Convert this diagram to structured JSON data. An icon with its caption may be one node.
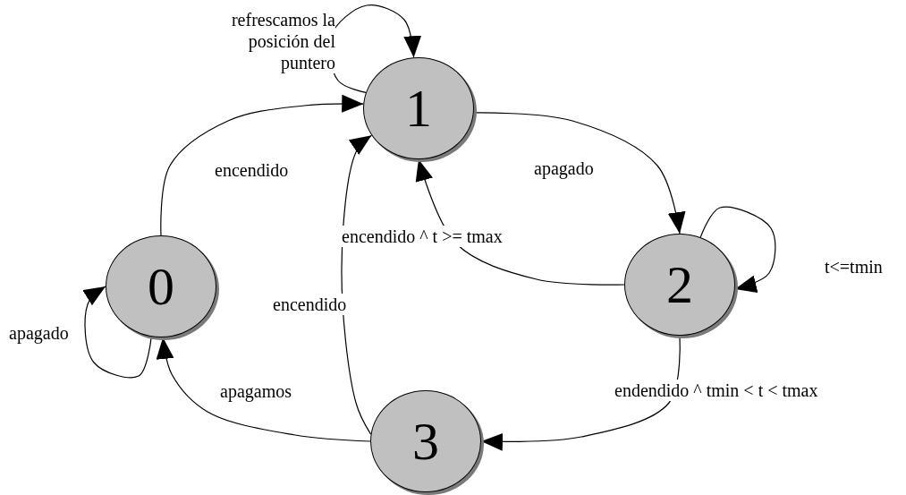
{
  "diagram": {
    "nodes": [
      {
        "text": [
          "0"
        ]
      },
      {
        "text": [
          "1"
        ]
      },
      {
        "text": [
          "2"
        ]
      },
      {
        "text": [
          "3"
        ]
      }
    ],
    "edges": [
      {
        "from": 0,
        "to": 1,
        "arrow": "to",
        "label": "encendido"
      },
      {
        "from": 1,
        "to": 1,
        "arrow": "to",
        "label": "refrescamos la posición del puntero"
      },
      {
        "from": 1,
        "to": 2,
        "arrow": "to",
        "label": "apagado"
      },
      {
        "from": 2,
        "to": 1,
        "arrow": "to",
        "label": "encendido ^ t >= tmax"
      },
      {
        "from": 2,
        "to": 2,
        "arrow": "to",
        "label": "t<=tmin"
      },
      {
        "from": 2,
        "to": 3,
        "arrow": "to",
        "label": "endendido ^ tmin < t < tmax"
      },
      {
        "from": 3,
        "to": 1,
        "arrow": "to",
        "label": "encendido"
      },
      {
        "from": 3,
        "to": 0,
        "arrow": "to",
        "label": "apagamos"
      },
      {
        "from": 0,
        "to": 0,
        "arrow": "to",
        "label": "apagado"
      }
    ]
  }
}
